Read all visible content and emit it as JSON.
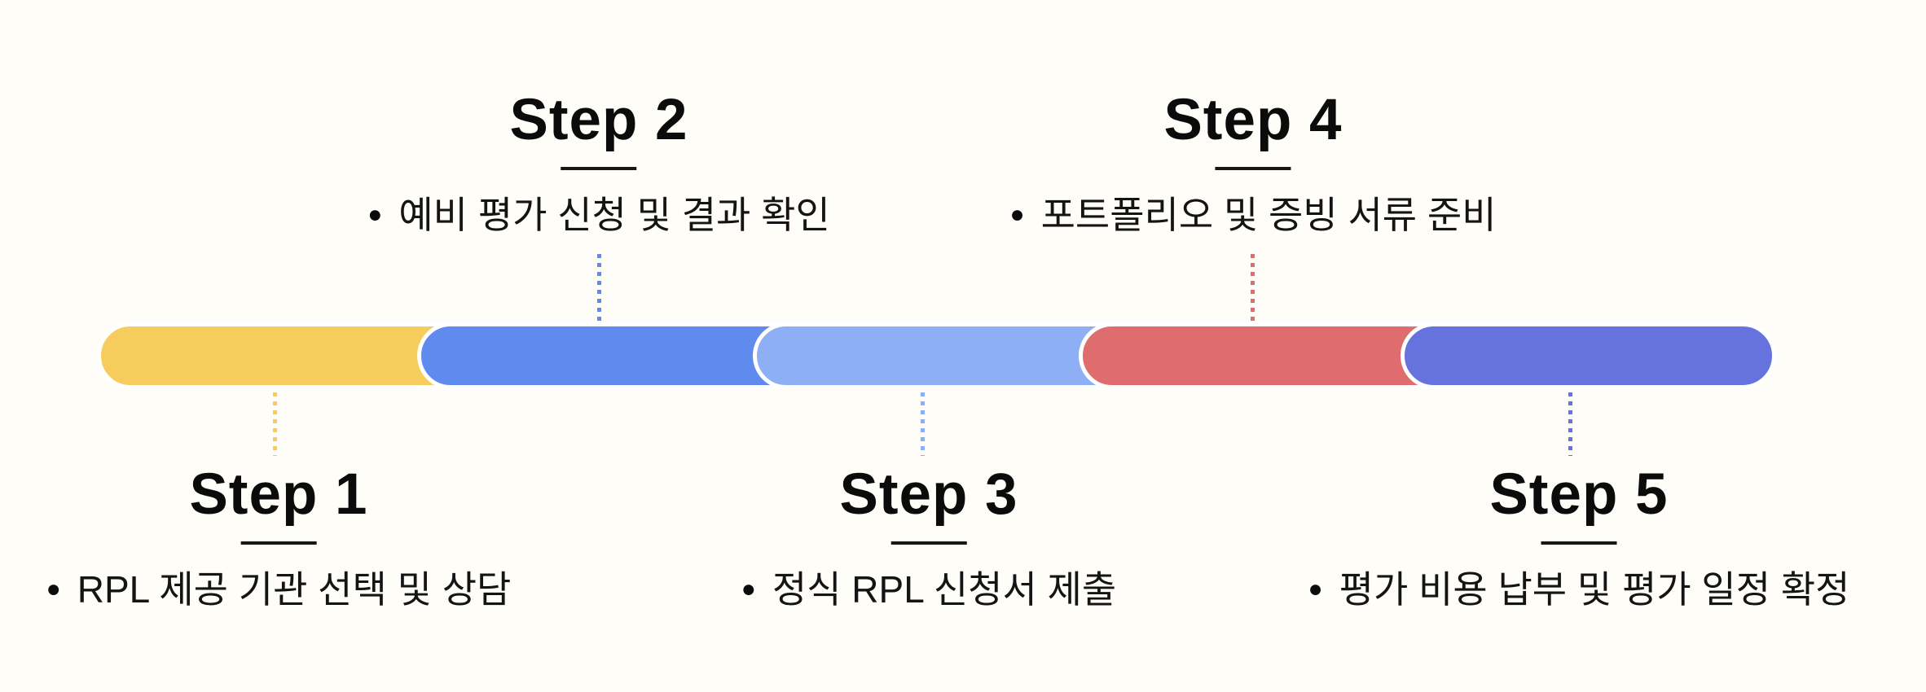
{
  "canvas": {
    "background_color": "#FFFDF8",
    "bar_outline_color": "#FFFFFF",
    "text_color": "#0B0B0B"
  },
  "bullet_marker": "●",
  "steps": [
    {
      "title": "Step 1",
      "description": "RPL 제공 기관 선택 및 상담",
      "color": "#F6CD5D",
      "label_position": "below"
    },
    {
      "title": "Step 2",
      "description": "예비 평가 신청 및 결과 확인",
      "color": "#5F8AEE",
      "label_position": "above"
    },
    {
      "title": "Step 3",
      "description": "정식 RPL 신청서 제출",
      "color": "#8FAFF4",
      "label_position": "below"
    },
    {
      "title": "Step 4",
      "description": "포트폴리오 및 증빙 서류 준비",
      "color": "#DF6D70",
      "label_position": "above"
    },
    {
      "title": "Step 5",
      "description": "평가 비용 납부 및 평가 일정 확정",
      "color": "#6672DD",
      "label_position": "below"
    }
  ]
}
